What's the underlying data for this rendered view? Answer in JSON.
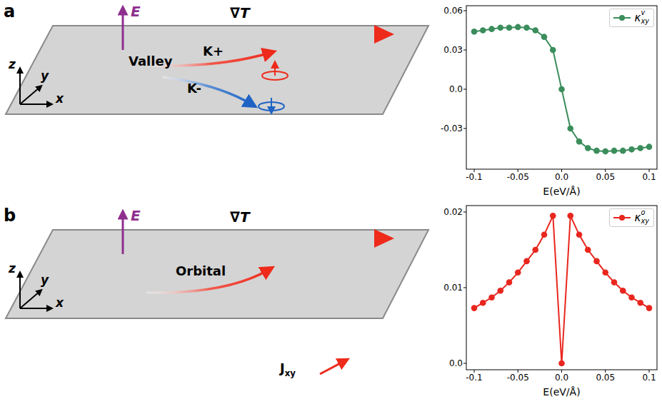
{
  "diagram": {
    "labels": [
      "a",
      "E",
      "∇T",
      "z",
      "y",
      "x",
      "Valley",
      "K+",
      "K-",
      "b",
      "E",
      "∇T",
      "z",
      "y",
      "x",
      "Orbital",
      "Jxy",
      "0.06",
      "0.03",
      "0.0",
      "-0.03",
      "-0.1",
      "-0.05",
      "0.0",
      "0.05",
      "0.1",
      "E(eV/Å)",
      "0.02",
      "0.01",
      "0.0",
      "-0.1",
      "-0.05",
      "0.0",
      "0.05",
      "0.1",
      "E(eV/Å)"
    ],
    "legend": [
      {
        "text": "κxyv"
      },
      {
        "text": "κxyo"
      }
    ]
  }
}
